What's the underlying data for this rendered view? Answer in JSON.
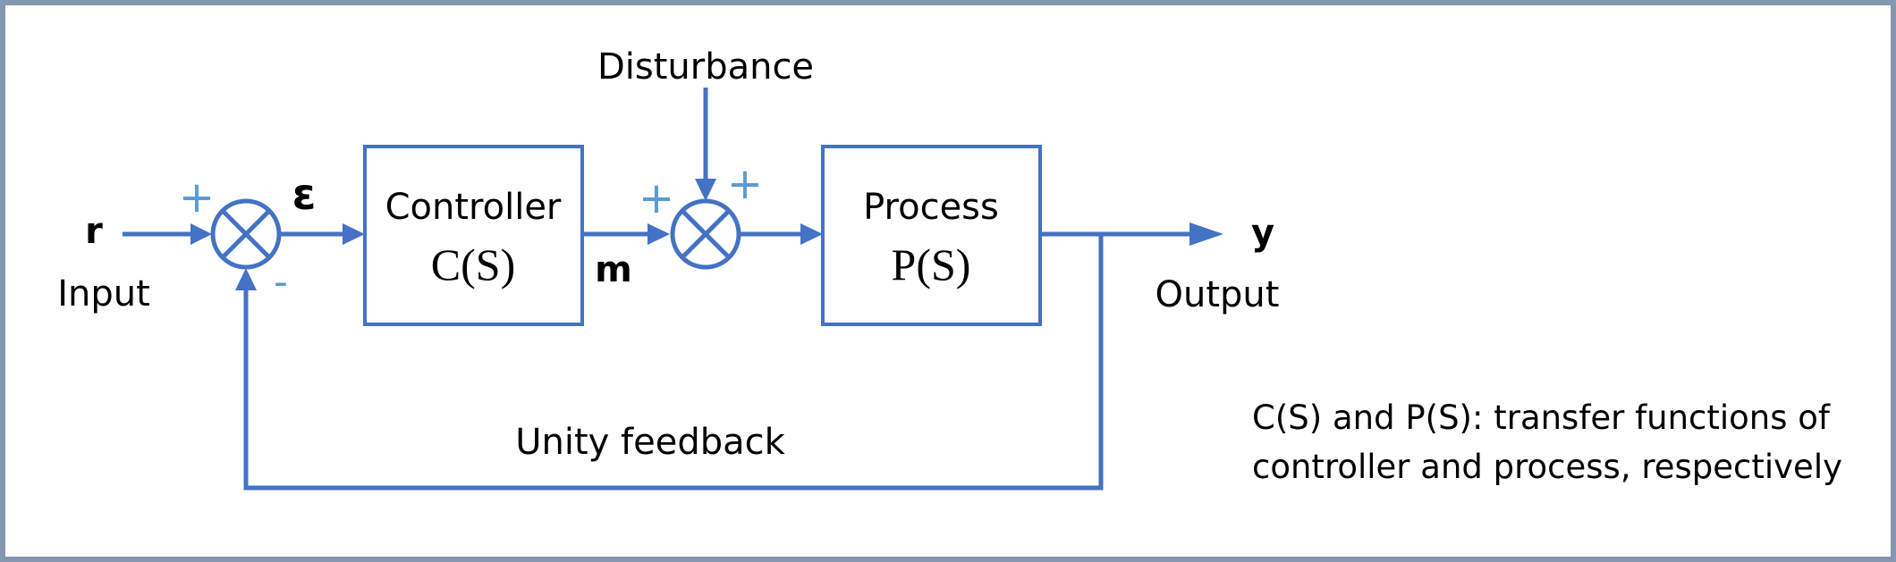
{
  "diagram": {
    "input": {
      "symbol": "r",
      "label": "Input"
    },
    "output": {
      "symbol": "y",
      "label": "Output"
    },
    "error_signal": "ε",
    "sum1": {
      "sign_top": "+",
      "sign_bottom": "-"
    },
    "sum2": {
      "sign_left": "+",
      "sign_right": "+"
    },
    "controller": {
      "title": "Controller",
      "tf": "C(S)"
    },
    "manipulated_signal": "m",
    "disturbance": "Disturbance",
    "process": {
      "title": "Process",
      "tf": "P(S)"
    },
    "feedback_label": "Unity feedback",
    "note_line1": "C(S) and P(S): transfer functions of",
    "note_line2": "controller and process, respectively"
  },
  "colors": {
    "line": "#4472c4",
    "sign": "#5b9bd5",
    "frame": "#8597b0",
    "text": "#000000"
  }
}
